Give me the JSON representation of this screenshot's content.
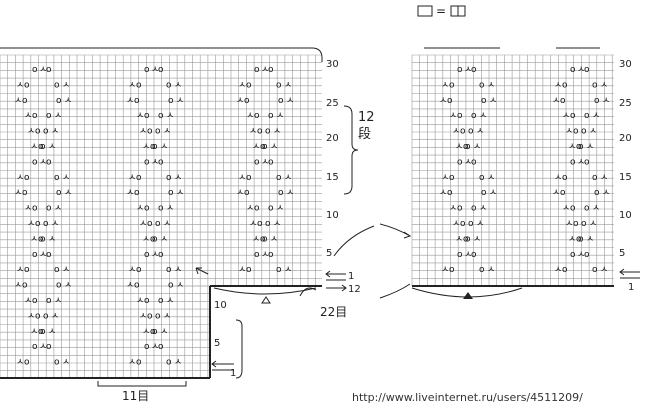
{
  "legend": {
    "text": "□=□"
  },
  "left_chart": {
    "row_numbers": [
      "30",
      "25",
      "20",
      "15",
      "10",
      "5",
      "10",
      "5"
    ],
    "repeat_label": [
      "12",
      "段"
    ],
    "row_arrow_labels": [
      "1",
      "12",
      "1"
    ],
    "width_label": "11目",
    "increase_label": "22目"
  },
  "right_chart": {
    "row_numbers": [
      "30",
      "25",
      "20",
      "15",
      "10",
      "5"
    ],
    "row_arrow_label": "1"
  },
  "stitch_symbols": {
    "yo": "o",
    "k2tog": "ㅅ",
    "ssk": "ㅅ"
  },
  "footer": {
    "url": "http://www.liveinternet.ru/users/4511209/"
  },
  "colors": {
    "grid": "#9a9a9a",
    "ink": "#222222",
    "background": "#ffffff"
  }
}
